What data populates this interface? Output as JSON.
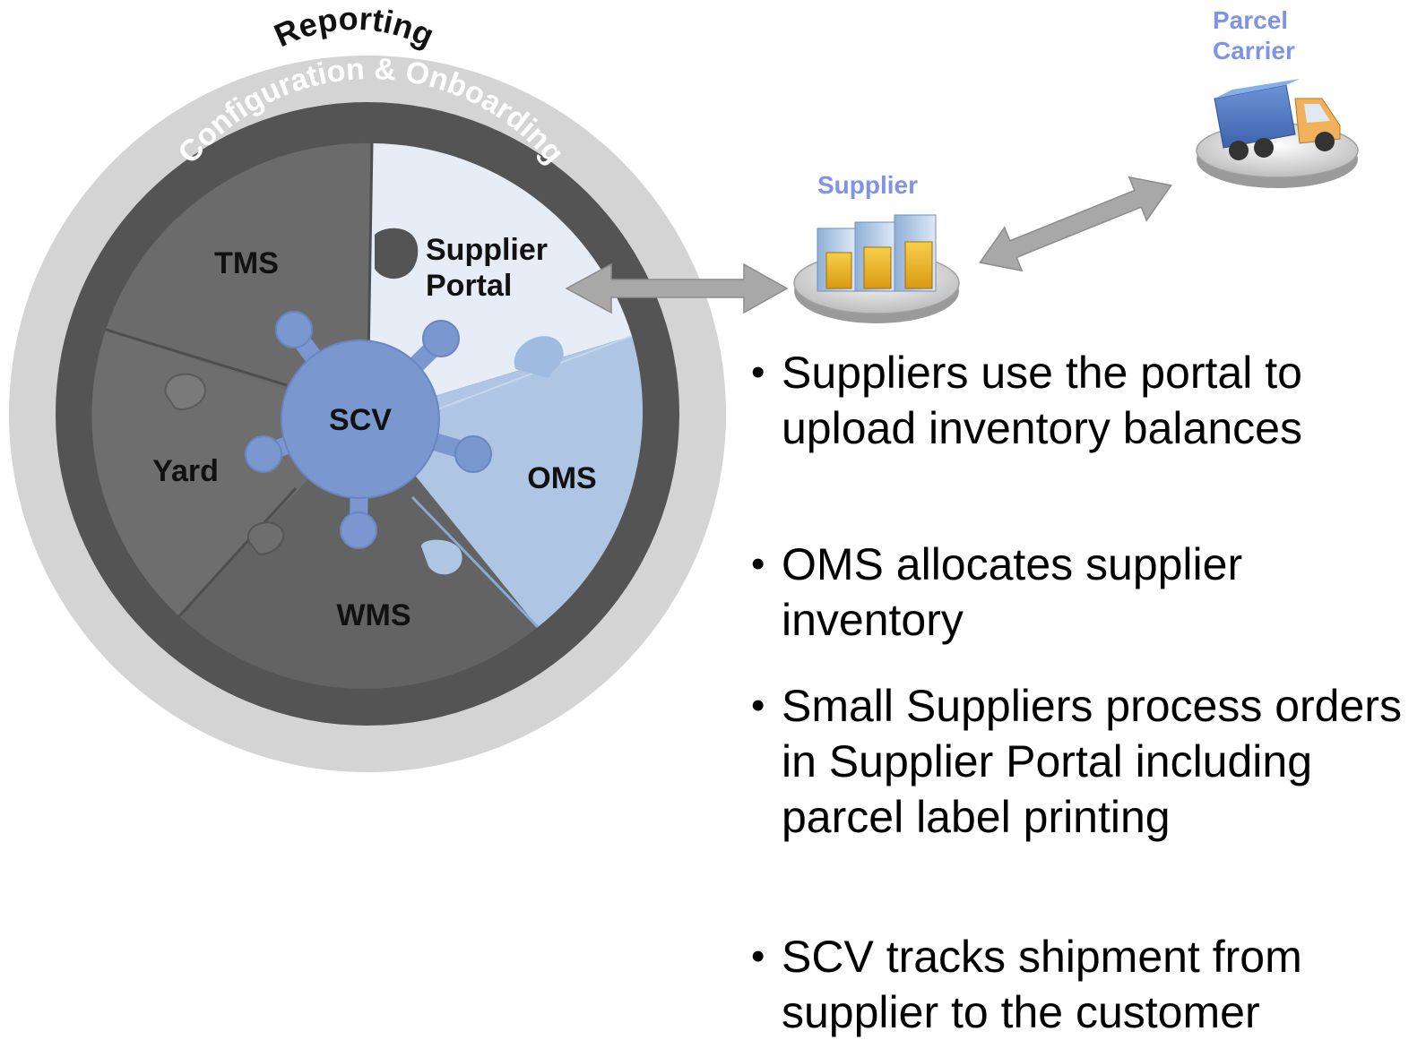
{
  "ring": {
    "outer_label": "Reporting",
    "inner_label": "Configuration & Onboarding"
  },
  "segments": {
    "tms": "TMS",
    "supplier_portal_line1": "Supplier",
    "supplier_portal_line2": "Portal",
    "yard": "Yard",
    "oms": "OMS",
    "wms": "WMS",
    "hub": "SCV"
  },
  "nodes": {
    "supplier": "Supplier",
    "parcel_carrier_line1": "Parcel",
    "parcel_carrier_line2": "Carrier"
  },
  "bullets": [
    "Suppliers use the portal to upload inventory balances",
    "OMS allocates supplier inventory",
    "Small Suppliers process orders in Supplier Portal including parcel label printing",
    "SCV tracks shipment from supplier to the customer"
  ],
  "colors": {
    "outer_ring": "#d4d4d4",
    "inner_ring": "#545454",
    "dark_segment": "#6b6b6b",
    "portal_segment": "#e6edf7",
    "oms_segment": "#aec6e4",
    "hub": "#7b97cf",
    "node_label": "#7f93e8",
    "arrow": "#a8a8a8"
  }
}
